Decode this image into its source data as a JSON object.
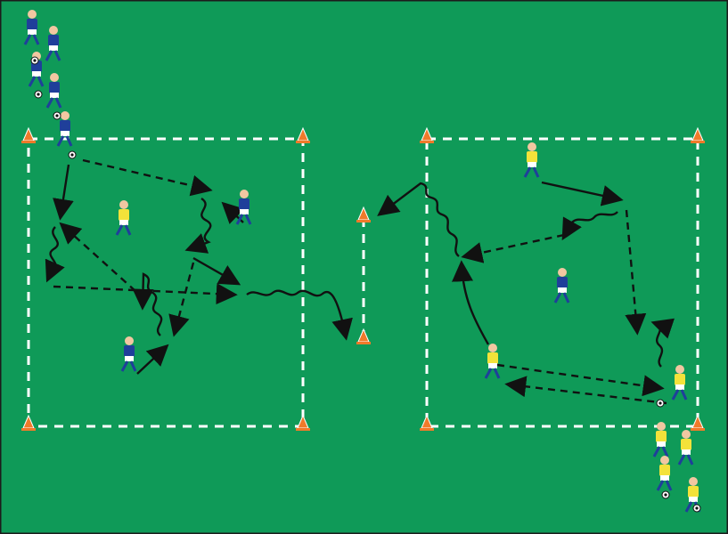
{
  "colors": {
    "pitch": "#0f9a58",
    "pitch_border": "#1b1b1b",
    "line": "#ffffff",
    "arrow": "#111111",
    "cone": "#f07a2a",
    "team_blue_shirt": "#1f3f9a",
    "team_blue_shorts": "#ffffff",
    "team_yellow_shirt": "#f3e23a",
    "team_yellow_shorts": "#ffffff",
    "skin": "#f1c7a1",
    "ball": "#ffffff"
  },
  "icons": {
    "player": "player-icon",
    "cone": "cone-icon",
    "ball": "ball-icon"
  },
  "legend": {
    "dashed": "pass",
    "solid": "run",
    "wavy": "dribble"
  }
}
